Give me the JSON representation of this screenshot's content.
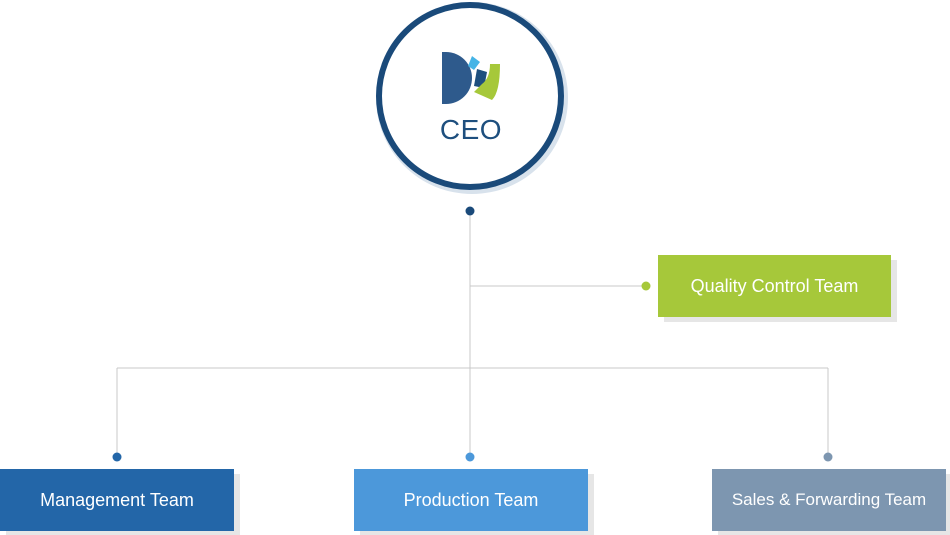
{
  "ceo": {
    "label": "CEO",
    "logo": "company-logo"
  },
  "teams": {
    "quality_control": "Quality Control Team",
    "management": "Management Team",
    "production": "Production Team",
    "sales_forwarding": "Sales & Forwarding Team"
  },
  "colors": {
    "ceo_ring": "#1a4a7a",
    "quality_control": "#a6c83a",
    "management": "#2366a8",
    "production": "#4c98da",
    "sales_forwarding": "#7d96b0",
    "connector": "#c8c8c8"
  }
}
